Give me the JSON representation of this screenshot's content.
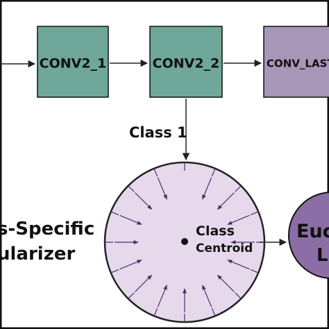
{
  "diagram": {
    "nodes": {
      "conv2_1": {
        "label": "CONV2_1"
      },
      "conv2_2": {
        "label": "CONV2_2"
      },
      "conv_last": {
        "label": "CONV_LAST"
      }
    },
    "edge_label_class": "Class 1",
    "regularizer": {
      "line1": "s-Specific",
      "line2": "ularizer"
    },
    "centroid": {
      "line1": "Class",
      "line2": "Centroid"
    },
    "euclidean": {
      "line1": "Euc",
      "line2": "L"
    }
  },
  "colors": {
    "conv_fill": "#6fa79a",
    "conv_last_fill": "#a796b8",
    "circle_fill": "#e6d9ec",
    "circle_stroke": "#222222",
    "euclid_fill": "#8b6ea5",
    "border": "#111111"
  }
}
